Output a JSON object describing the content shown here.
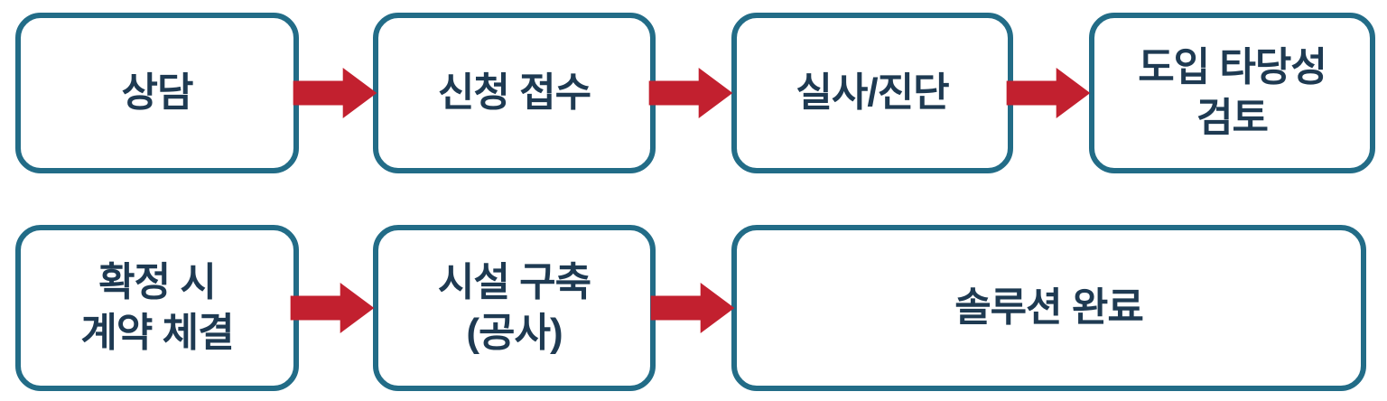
{
  "diagram": {
    "type": "process-flow",
    "rows": 2,
    "steps": [
      {
        "id": "consultation",
        "label": "상담"
      },
      {
        "id": "application",
        "label": "신청 접수"
      },
      {
        "id": "inspection",
        "label": "실사/진단"
      },
      {
        "id": "feasibility",
        "label": "도입 타당성\n검토"
      },
      {
        "id": "contract",
        "label": "확정 시\n계약 체결"
      },
      {
        "id": "construction",
        "label": "시설 구축\n(공사)"
      },
      {
        "id": "complete",
        "label": "솔루션 완료"
      }
    ],
    "connector": "arrow-right"
  },
  "colors": {
    "background": "#ffffff",
    "box_fill": "#ffffff",
    "box_border": "#226c87",
    "text": "#1e3a52",
    "arrow": "#c2202f"
  }
}
